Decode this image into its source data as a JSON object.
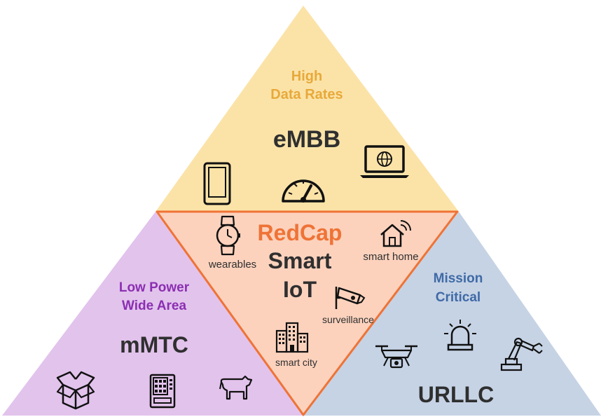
{
  "colors": {
    "embb_fill": "#fbe3a8",
    "mmtc_fill": "#e2c3ec",
    "urllc_fill": "#c6d3e5",
    "redcap_fill": "#fcd2bd",
    "redcap_border": "#ef7336",
    "embb_text": "#e8a93a",
    "mmtc_text": "#8b2fb2",
    "urllc_text": "#3f6aa6",
    "redcap_text": "#ef7336",
    "dark_text": "#2f2f2f"
  },
  "embb": {
    "subtitle_line1": "High",
    "subtitle_line2": "Data Rates",
    "title": "eMBB",
    "icons": [
      "tablet-icon",
      "speedometer-icon",
      "laptop-globe-icon"
    ]
  },
  "mmtc": {
    "subtitle_line1": "Low Power",
    "subtitle_line2": "Wide Area",
    "title": "mMTC",
    "icons": [
      "package-box-icon",
      "vending-machine-icon",
      "cow-icon"
    ]
  },
  "urllc": {
    "subtitle_line1": "Mission",
    "subtitle_line2": "Critical",
    "title": "URLLC",
    "icons": [
      "drone-icon",
      "siren-icon",
      "robot-arm-icon"
    ]
  },
  "redcap": {
    "title": "RedCap",
    "subtitle_line1": "Smart",
    "subtitle_line2": "IoT",
    "wearables": "wearables",
    "smart_home": "smart home",
    "surveillance": "surveillance",
    "smart_city": "smart city",
    "icons": [
      "watch-icon",
      "smart-home-icon",
      "cctv-camera-icon",
      "city-buildings-icon"
    ]
  }
}
